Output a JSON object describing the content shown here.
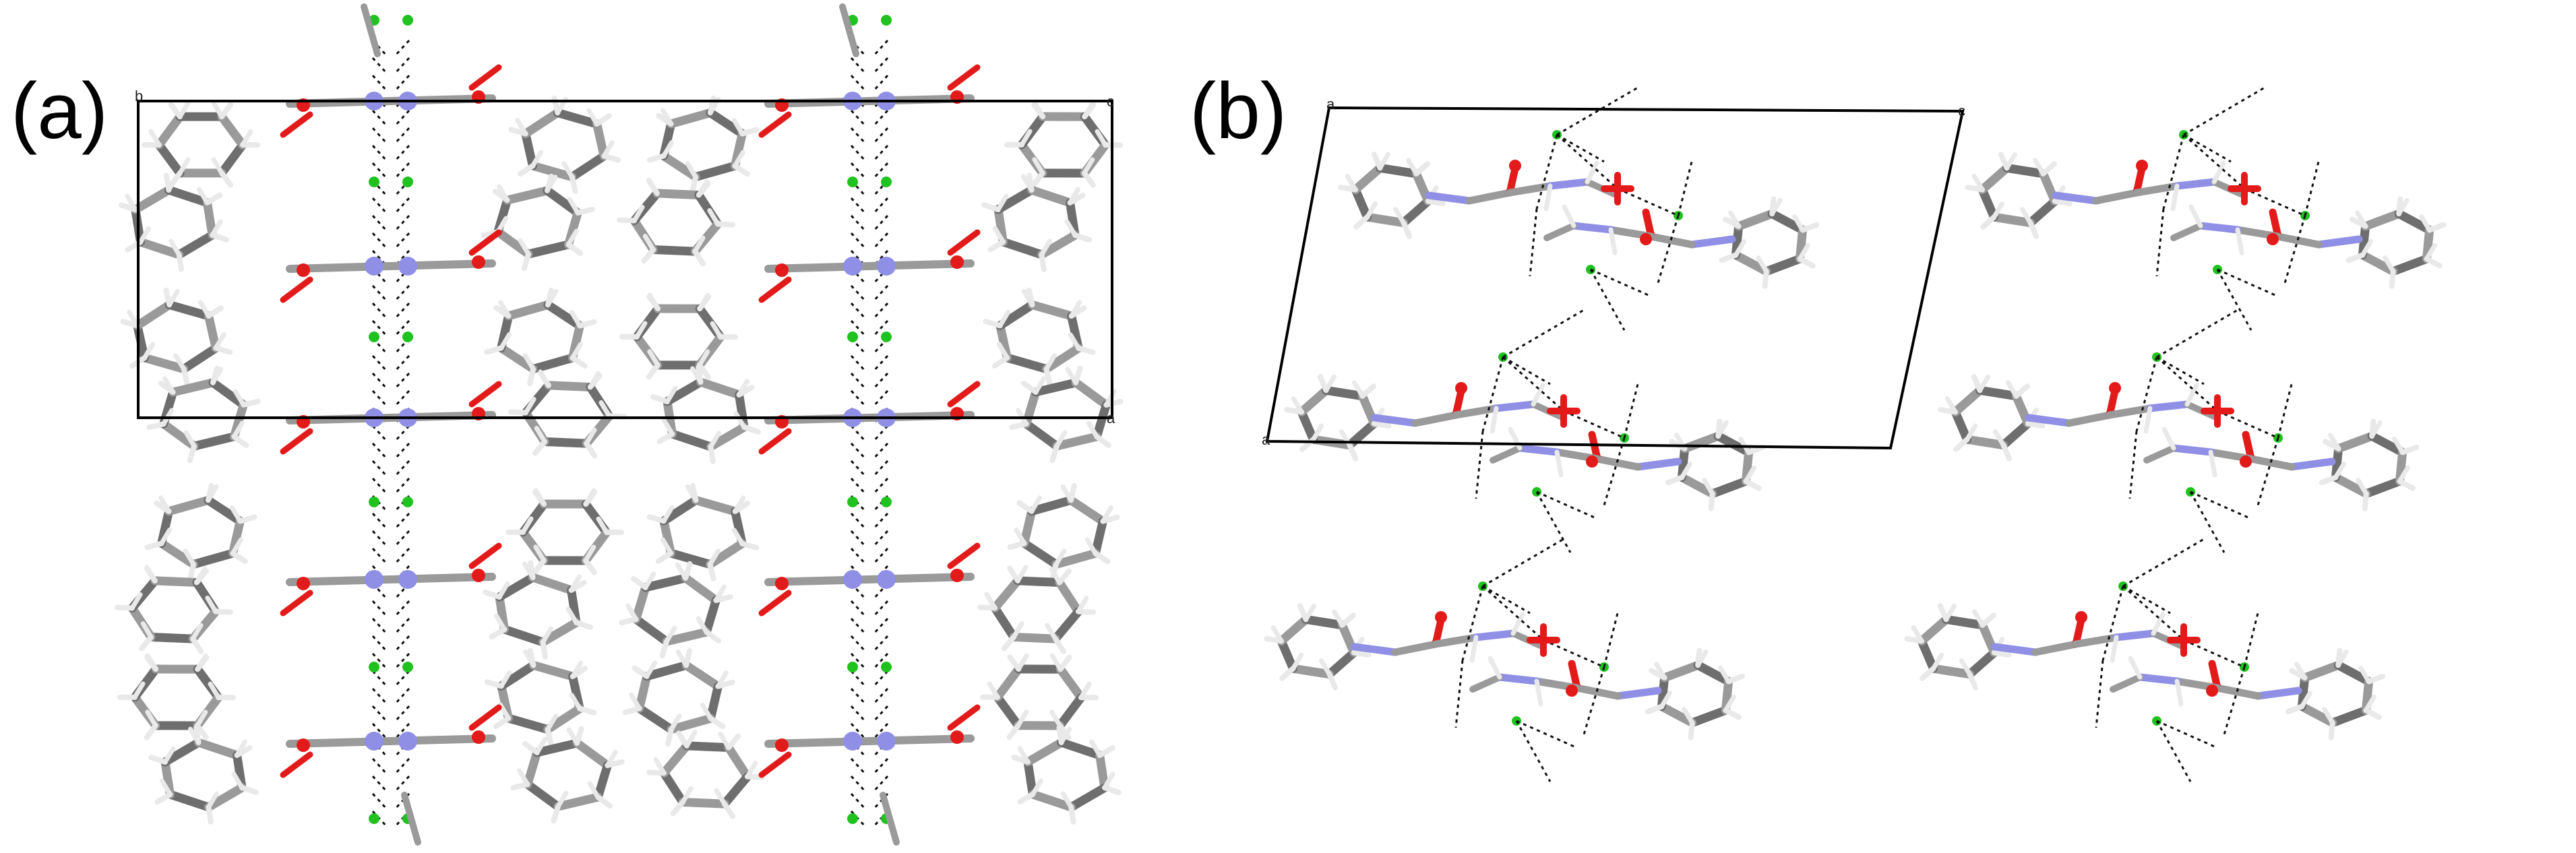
{
  "figure": {
    "panels": [
      {
        "label": "(a)",
        "cell_axis_labels": [
          "b",
          "c",
          "a"
        ]
      },
      {
        "label": "(b)",
        "cell_axis_labels": [
          "a",
          "c",
          "a"
        ]
      }
    ],
    "colors": {
      "carbon": "#9a9a9a",
      "carbon_dark": "#6e6e6e",
      "hydrogen": "#e9e9e9",
      "nitrogen": "#8f8fe6",
      "oxygen": "#e21a1a",
      "chlorine": "#1fc21f",
      "hbond": "#111111",
      "cell": "#000000"
    }
  }
}
